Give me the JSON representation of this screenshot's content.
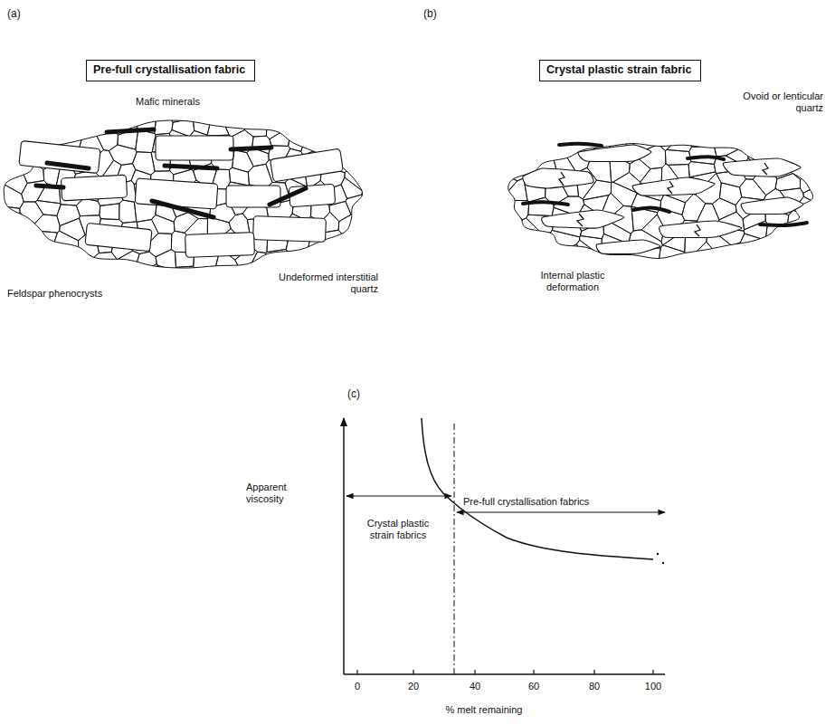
{
  "diagram": {
    "nodes": [
      {
        "text": [
          "Pre-full crystallisation fabric"
        ]
      },
      {
        "text": [
          "Crystal plastic strain fabric"
        ]
      }
    ],
    "labels": [
      "(a)",
      "(b)",
      "Mafic minerals",
      "Feldspar phenocrysts",
      "Undeformed interstitial quartz",
      "Ovoid or lenticular quartz",
      "Internal plastic deformation",
      "(c)",
      "Apparent viscosity",
      "Crystal plastic strain fabrics",
      "Pre-full crystallisation fabrics",
      "0",
      "20",
      "40",
      "60",
      "80",
      "100",
      "% melt remaining"
    ]
  }
}
